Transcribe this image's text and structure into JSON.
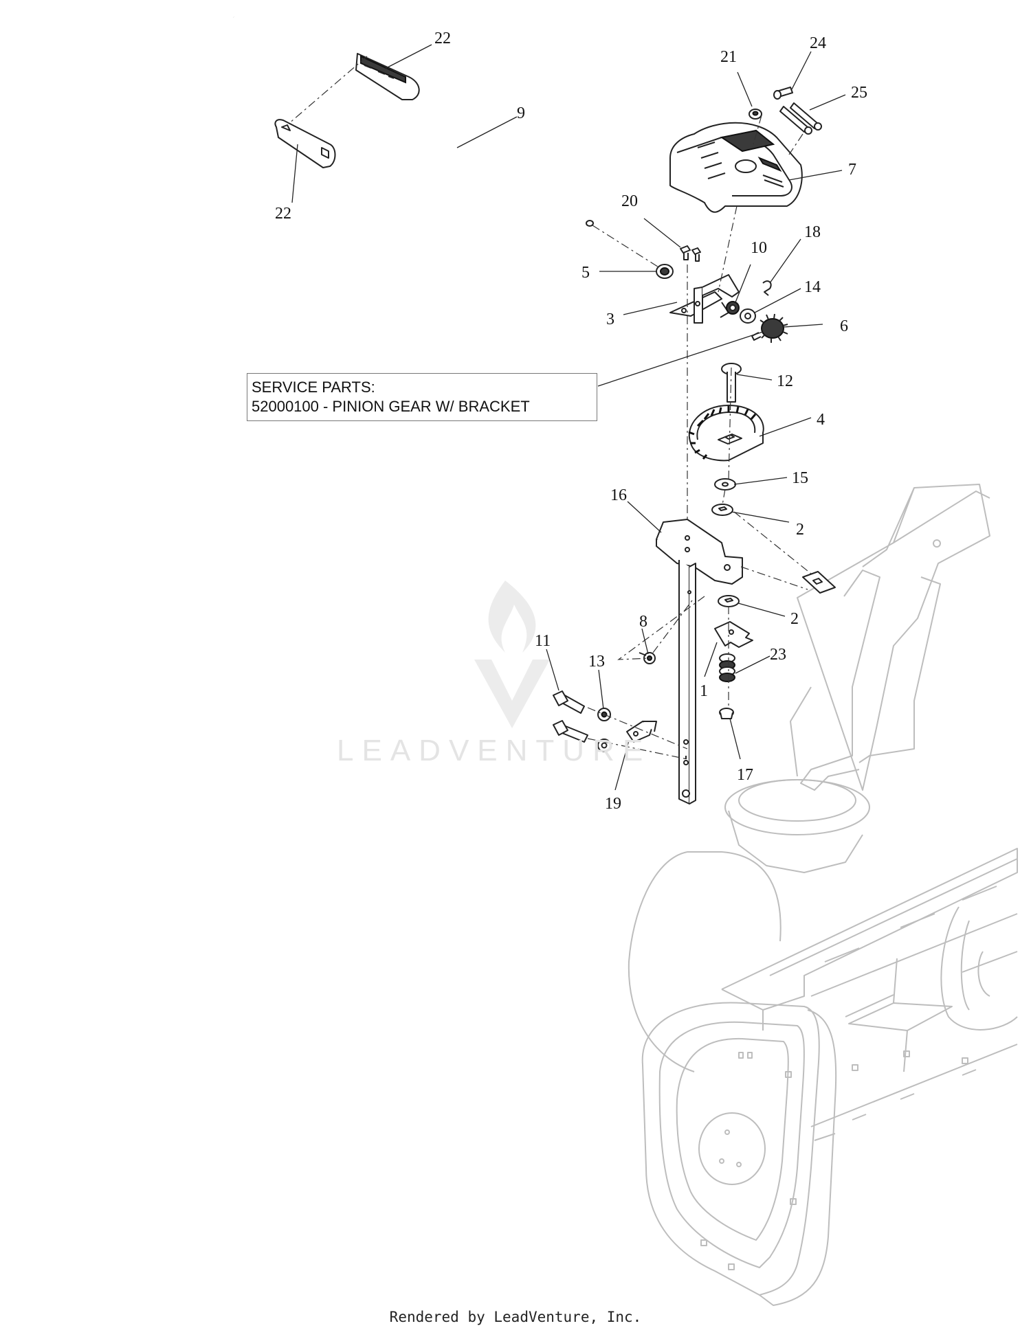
{
  "service_box": {
    "line1": "SERVICE PARTS:",
    "line2": "52000100 - PINION GEAR W/ BRACKET"
  },
  "callouts": [
    {
      "id": "c22a",
      "label": "22"
    },
    {
      "id": "c22b",
      "label": "22"
    },
    {
      "id": "c9",
      "label": "9"
    },
    {
      "id": "c21",
      "label": "21"
    },
    {
      "id": "c24",
      "label": "24"
    },
    {
      "id": "c25",
      "label": "25"
    },
    {
      "id": "c7",
      "label": "7"
    },
    {
      "id": "c20",
      "label": "20"
    },
    {
      "id": "c10",
      "label": "10"
    },
    {
      "id": "c18",
      "label": "18"
    },
    {
      "id": "c5",
      "label": "5"
    },
    {
      "id": "c14",
      "label": "14"
    },
    {
      "id": "c3",
      "label": "3"
    },
    {
      "id": "c6",
      "label": "6"
    },
    {
      "id": "c12",
      "label": "12"
    },
    {
      "id": "c4",
      "label": "4"
    },
    {
      "id": "c15",
      "label": "15"
    },
    {
      "id": "c16",
      "label": "16"
    },
    {
      "id": "c2a",
      "label": "2"
    },
    {
      "id": "c8",
      "label": "8"
    },
    {
      "id": "c2b",
      "label": "2"
    },
    {
      "id": "c11",
      "label": "11"
    },
    {
      "id": "c13",
      "label": "13"
    },
    {
      "id": "c23",
      "label": "23"
    },
    {
      "id": "c1",
      "label": "1"
    },
    {
      "id": "c17",
      "label": "17"
    },
    {
      "id": "c19",
      "label": "19"
    }
  ],
  "watermark": "LEADVENTURE",
  "footer": "Rendered by LeadVenture, Inc."
}
